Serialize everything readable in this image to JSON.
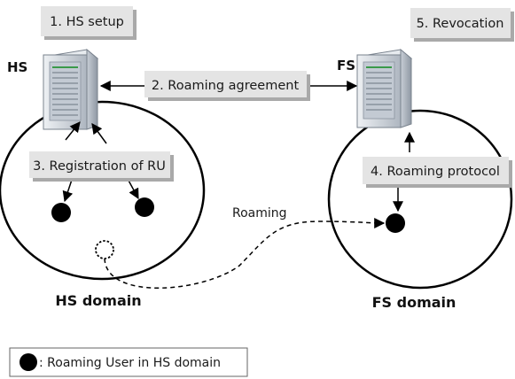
{
  "steps": {
    "hs_setup": "1. HS setup",
    "roaming_agreement": "2. Roaming agreement",
    "registration": "3. Registration of RU",
    "roaming_protocol": "4. Roaming protocol",
    "revocation": "5. Revocation"
  },
  "entities": {
    "home_server": "HS",
    "foreign_server": "FS"
  },
  "domains": {
    "home": "HS domain",
    "foreign": "FS domain"
  },
  "roaming_path_label": "Roaming",
  "legend": {
    "text": ": Roaming User in HS domain"
  },
  "colors": {
    "label_box_fill": "#e4e4e4",
    "label_box_shadow": "#a9a9a9",
    "line": "#000000",
    "server_body": "#d8dde4",
    "server_front": "#bfc6cf"
  },
  "icons": {
    "server": "server-tower-icon",
    "user": "filled-circle-user-icon",
    "former_position": "dotted-circle-icon"
  }
}
